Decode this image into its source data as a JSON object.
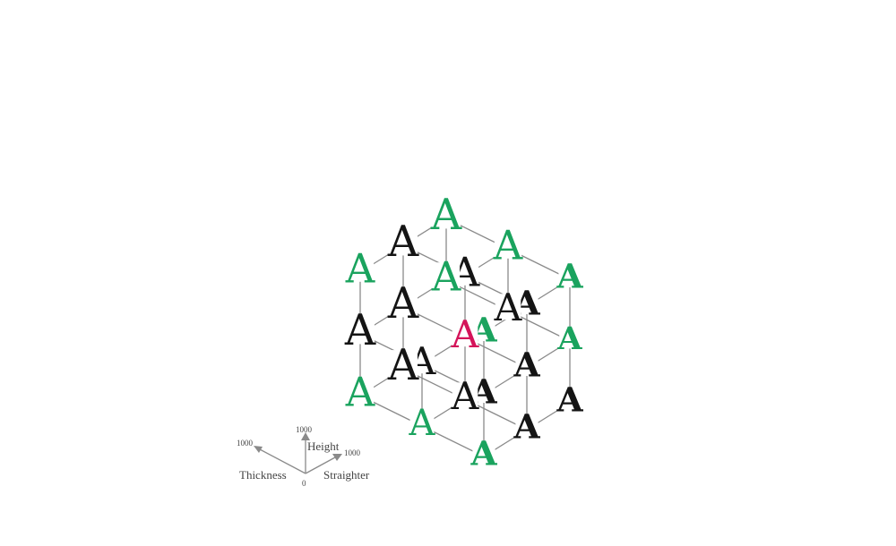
{
  "colors": {
    "edge": "#8a8a8a",
    "green": "#1aa35e",
    "black": "#141414",
    "magenta": "#d4145a",
    "axis": "#8a8a8a",
    "background": "#ffffff"
  },
  "glyph_char": "A",
  "axis_legend": {
    "thickness_label": "Thickness",
    "height_label": "Height",
    "straighter_label": "Straighter",
    "thickness_max": "1000",
    "height_max": "1000",
    "straighter_max": "1000",
    "origin": "0"
  }
}
